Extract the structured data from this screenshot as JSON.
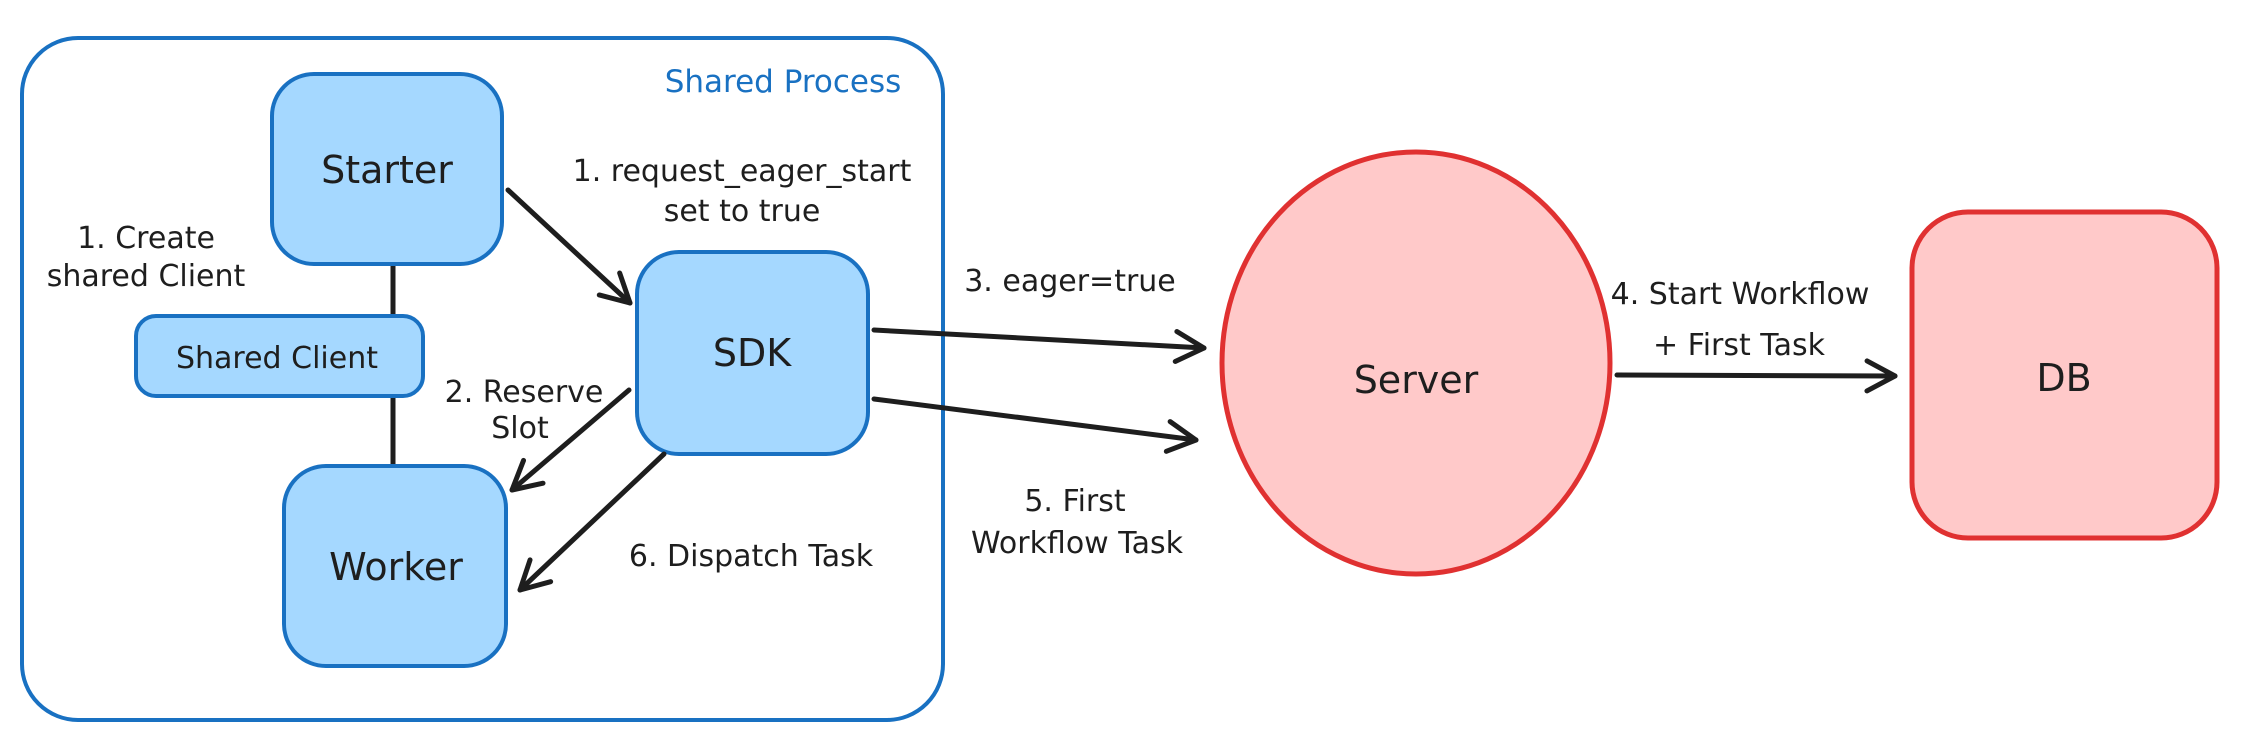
{
  "colors": {
    "blue_stroke": "#1971c2",
    "blue_fill": "#a5d8ff",
    "red_stroke": "#e03131",
    "red_fill": "#ffc9c9",
    "text": "#1e1e1e"
  },
  "container": {
    "label": "Shared Process"
  },
  "nodes": {
    "starter": {
      "label": "Starter"
    },
    "shared_client": {
      "label": "Shared Client"
    },
    "worker": {
      "label": "Worker"
    },
    "sdk": {
      "label": "SDK"
    },
    "server": {
      "label": "Server"
    },
    "db": {
      "label": "DB"
    }
  },
  "annotations": {
    "step1_create": {
      "line1": "1. Create",
      "line2": "shared Client"
    },
    "step1_request": {
      "line1": "1. request_eager_start",
      "line2": "set to true"
    },
    "step2_reserve": {
      "line1": "2. Reserve",
      "line2": "Slot"
    },
    "step3_eager": {
      "line1": "3. eager=true"
    },
    "step4_start": {
      "line1": "4. Start Workflow",
      "line2": "+ First Task"
    },
    "step5_first": {
      "line1": "5. First",
      "line2": "Workflow Task"
    },
    "step6_dispatch": {
      "line1": "6. Dispatch Task"
    }
  }
}
